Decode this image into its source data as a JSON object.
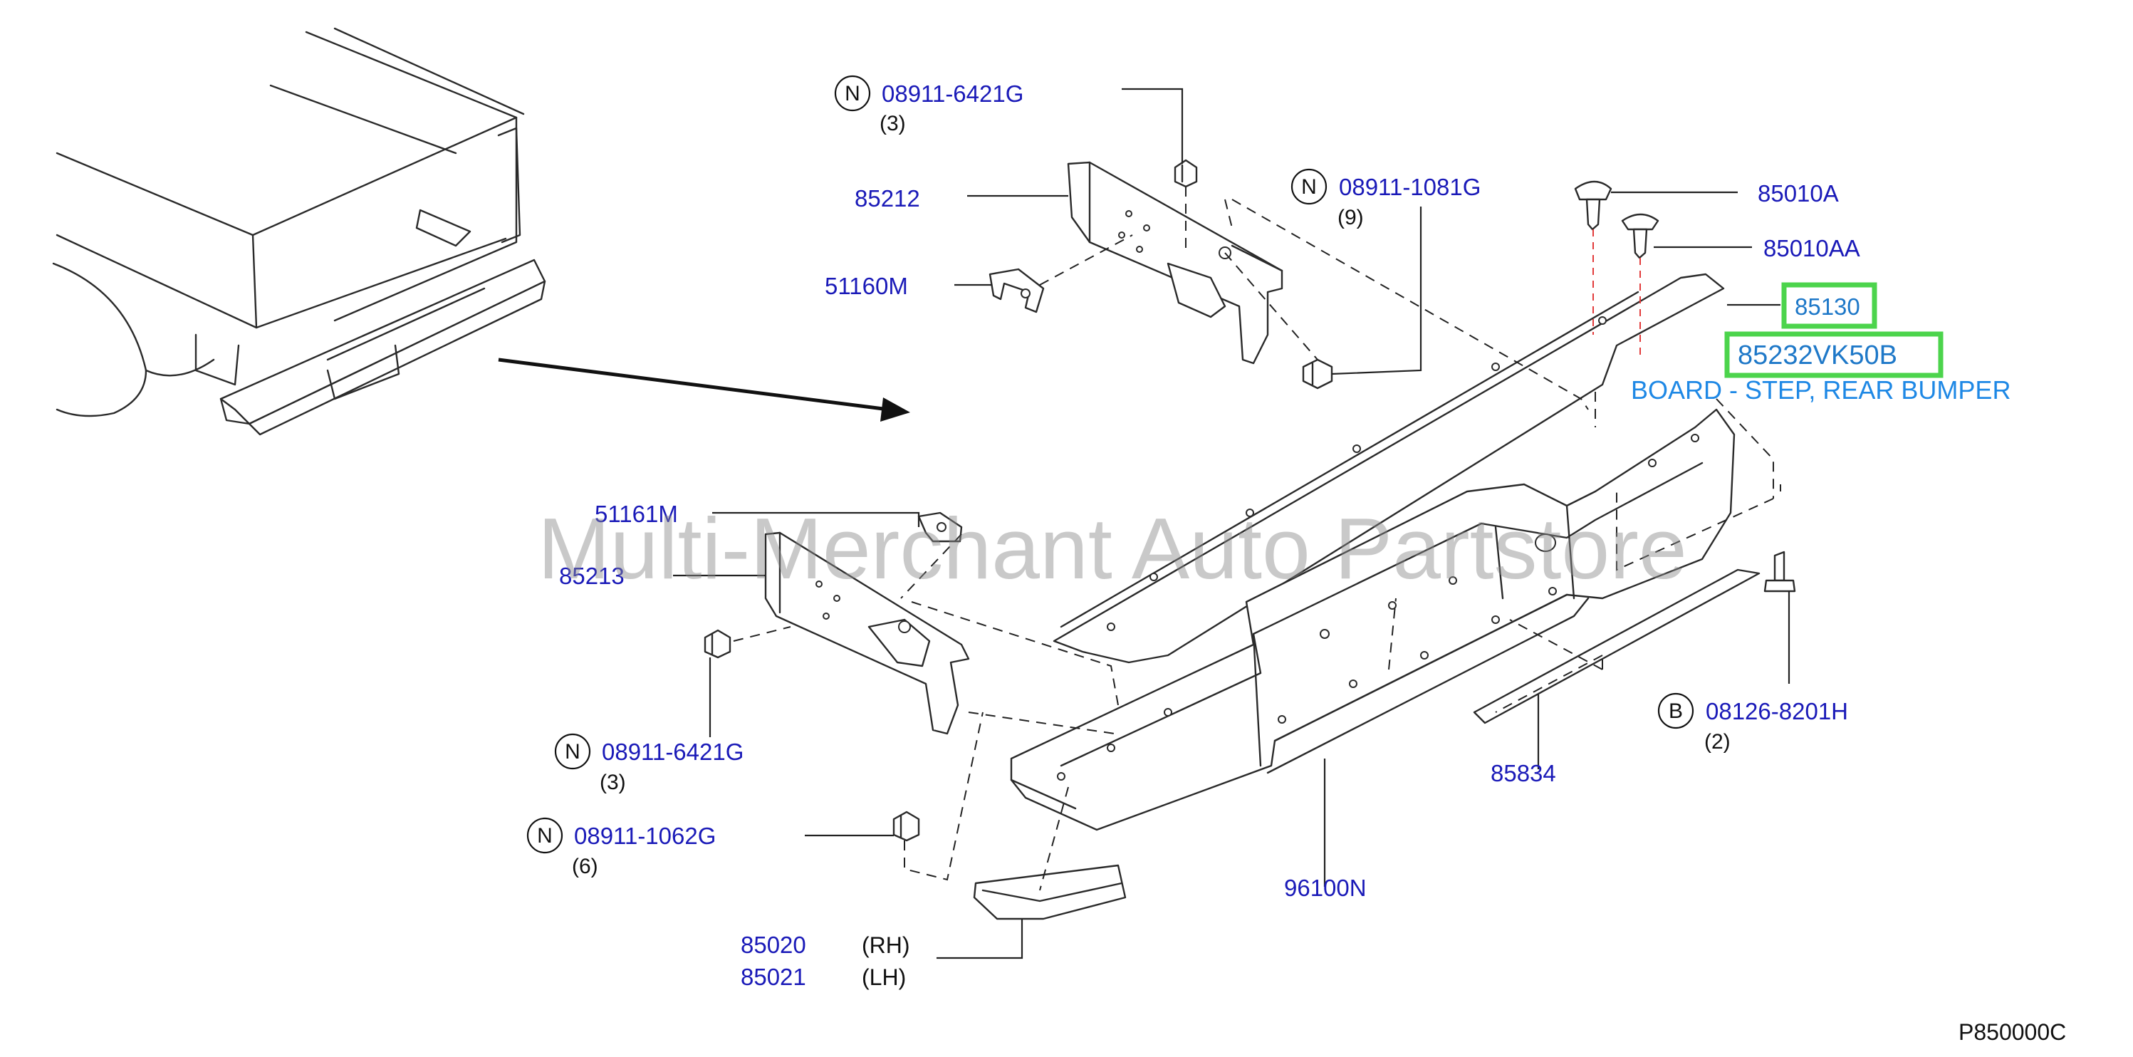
{
  "colors": {
    "part_number": "#1a1ab8",
    "highlight_box": "#4cd44c",
    "highlight_text": "#1e78c8",
    "description": "#1e88e5"
  },
  "callouts": {
    "nut_upper": {
      "symbol": "N",
      "part": "08911-6421G",
      "qty": "(3)"
    },
    "bracket_rh": "85212",
    "stud_rh": "51160M",
    "nut_mid": {
      "symbol": "N",
      "part": "08911-1081G",
      "qty": "(9)"
    },
    "clip_a": "85010A",
    "clip_aa": "85010AA",
    "step_board": "85130",
    "highlighted_part": "85232VK50B",
    "description": "BOARD - STEP, REAR BUMPER",
    "stud_lh": "51161M",
    "bracket_lh": "85213",
    "nut_lower": {
      "symbol": "N",
      "part": "08911-6421G",
      "qty": "(3)"
    },
    "nut_side": {
      "symbol": "N",
      "part": "08911-1062G",
      "qty": "(6)"
    },
    "bolt": {
      "symbol": "B",
      "part": "08126-8201H",
      "qty": "(2)"
    },
    "trim_strip": "85834",
    "bumper_assy": "96100N",
    "end_cap_rh": {
      "part": "85020",
      "side": "(RH)"
    },
    "end_cap_lh": {
      "part": "85021",
      "side": "(LH)"
    }
  },
  "watermark": "Multi-Merchant Auto Partstore",
  "diagram_code": "P850000C"
}
